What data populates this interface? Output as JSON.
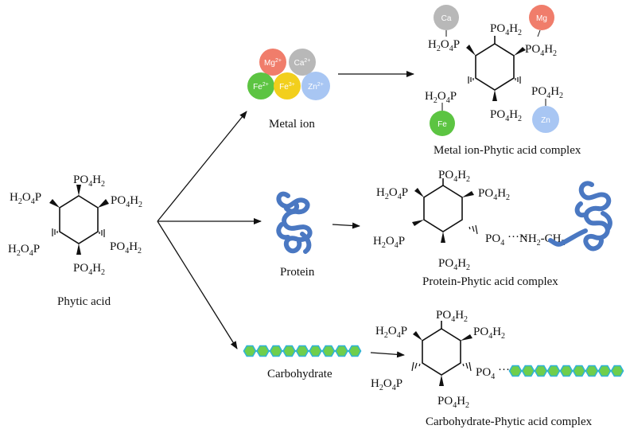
{
  "labels": {
    "phytic_acid": "Phytic acid",
    "metal_ion": "Metal ion",
    "protein": "Protein",
    "carbohydrate": "Carbohydrate",
    "metal_complex": "Metal ion-Phytic acid complex",
    "protein_complex": "Protein-Phytic acid complex",
    "carb_complex": "Carbohydrate-Phytic acid complex"
  },
  "groups": {
    "po4h2": [
      "PO",
      "4",
      "H",
      "2"
    ],
    "h2o4p": [
      "H",
      "2",
      "O",
      "4",
      "P"
    ],
    "po4": [
      "PO",
      "4"
    ],
    "nh2ch2": [
      "NH",
      "2",
      "-CH",
      "2"
    ]
  },
  "metal_ions": [
    {
      "name": "Mg",
      "charge": "2+",
      "color": "#f07d6b"
    },
    {
      "name": "Ca",
      "charge": "2+",
      "color": "#b8b8b8"
    },
    {
      "name": "Fe",
      "charge": "2+",
      "color": "#5cc442"
    },
    {
      "name": "Fe",
      "charge": "3+",
      "color": "#f2cf1c"
    },
    {
      "name": "Zn",
      "charge": "2+",
      "color": "#a8c6f3"
    }
  ],
  "complex_ions": [
    {
      "name": "Ca",
      "color": "#b8b8b8"
    },
    {
      "name": "Mg",
      "color": "#f07d6b"
    },
    {
      "name": "Fe",
      "color": "#5cc442"
    },
    {
      "name": "Zn",
      "color": "#a8c6f3"
    }
  ],
  "colors": {
    "hexagon_fill": "#6fce4c",
    "hexagon_stroke": "#2fb3d6",
    "protein": "#4a78c2",
    "line": "#111111"
  }
}
